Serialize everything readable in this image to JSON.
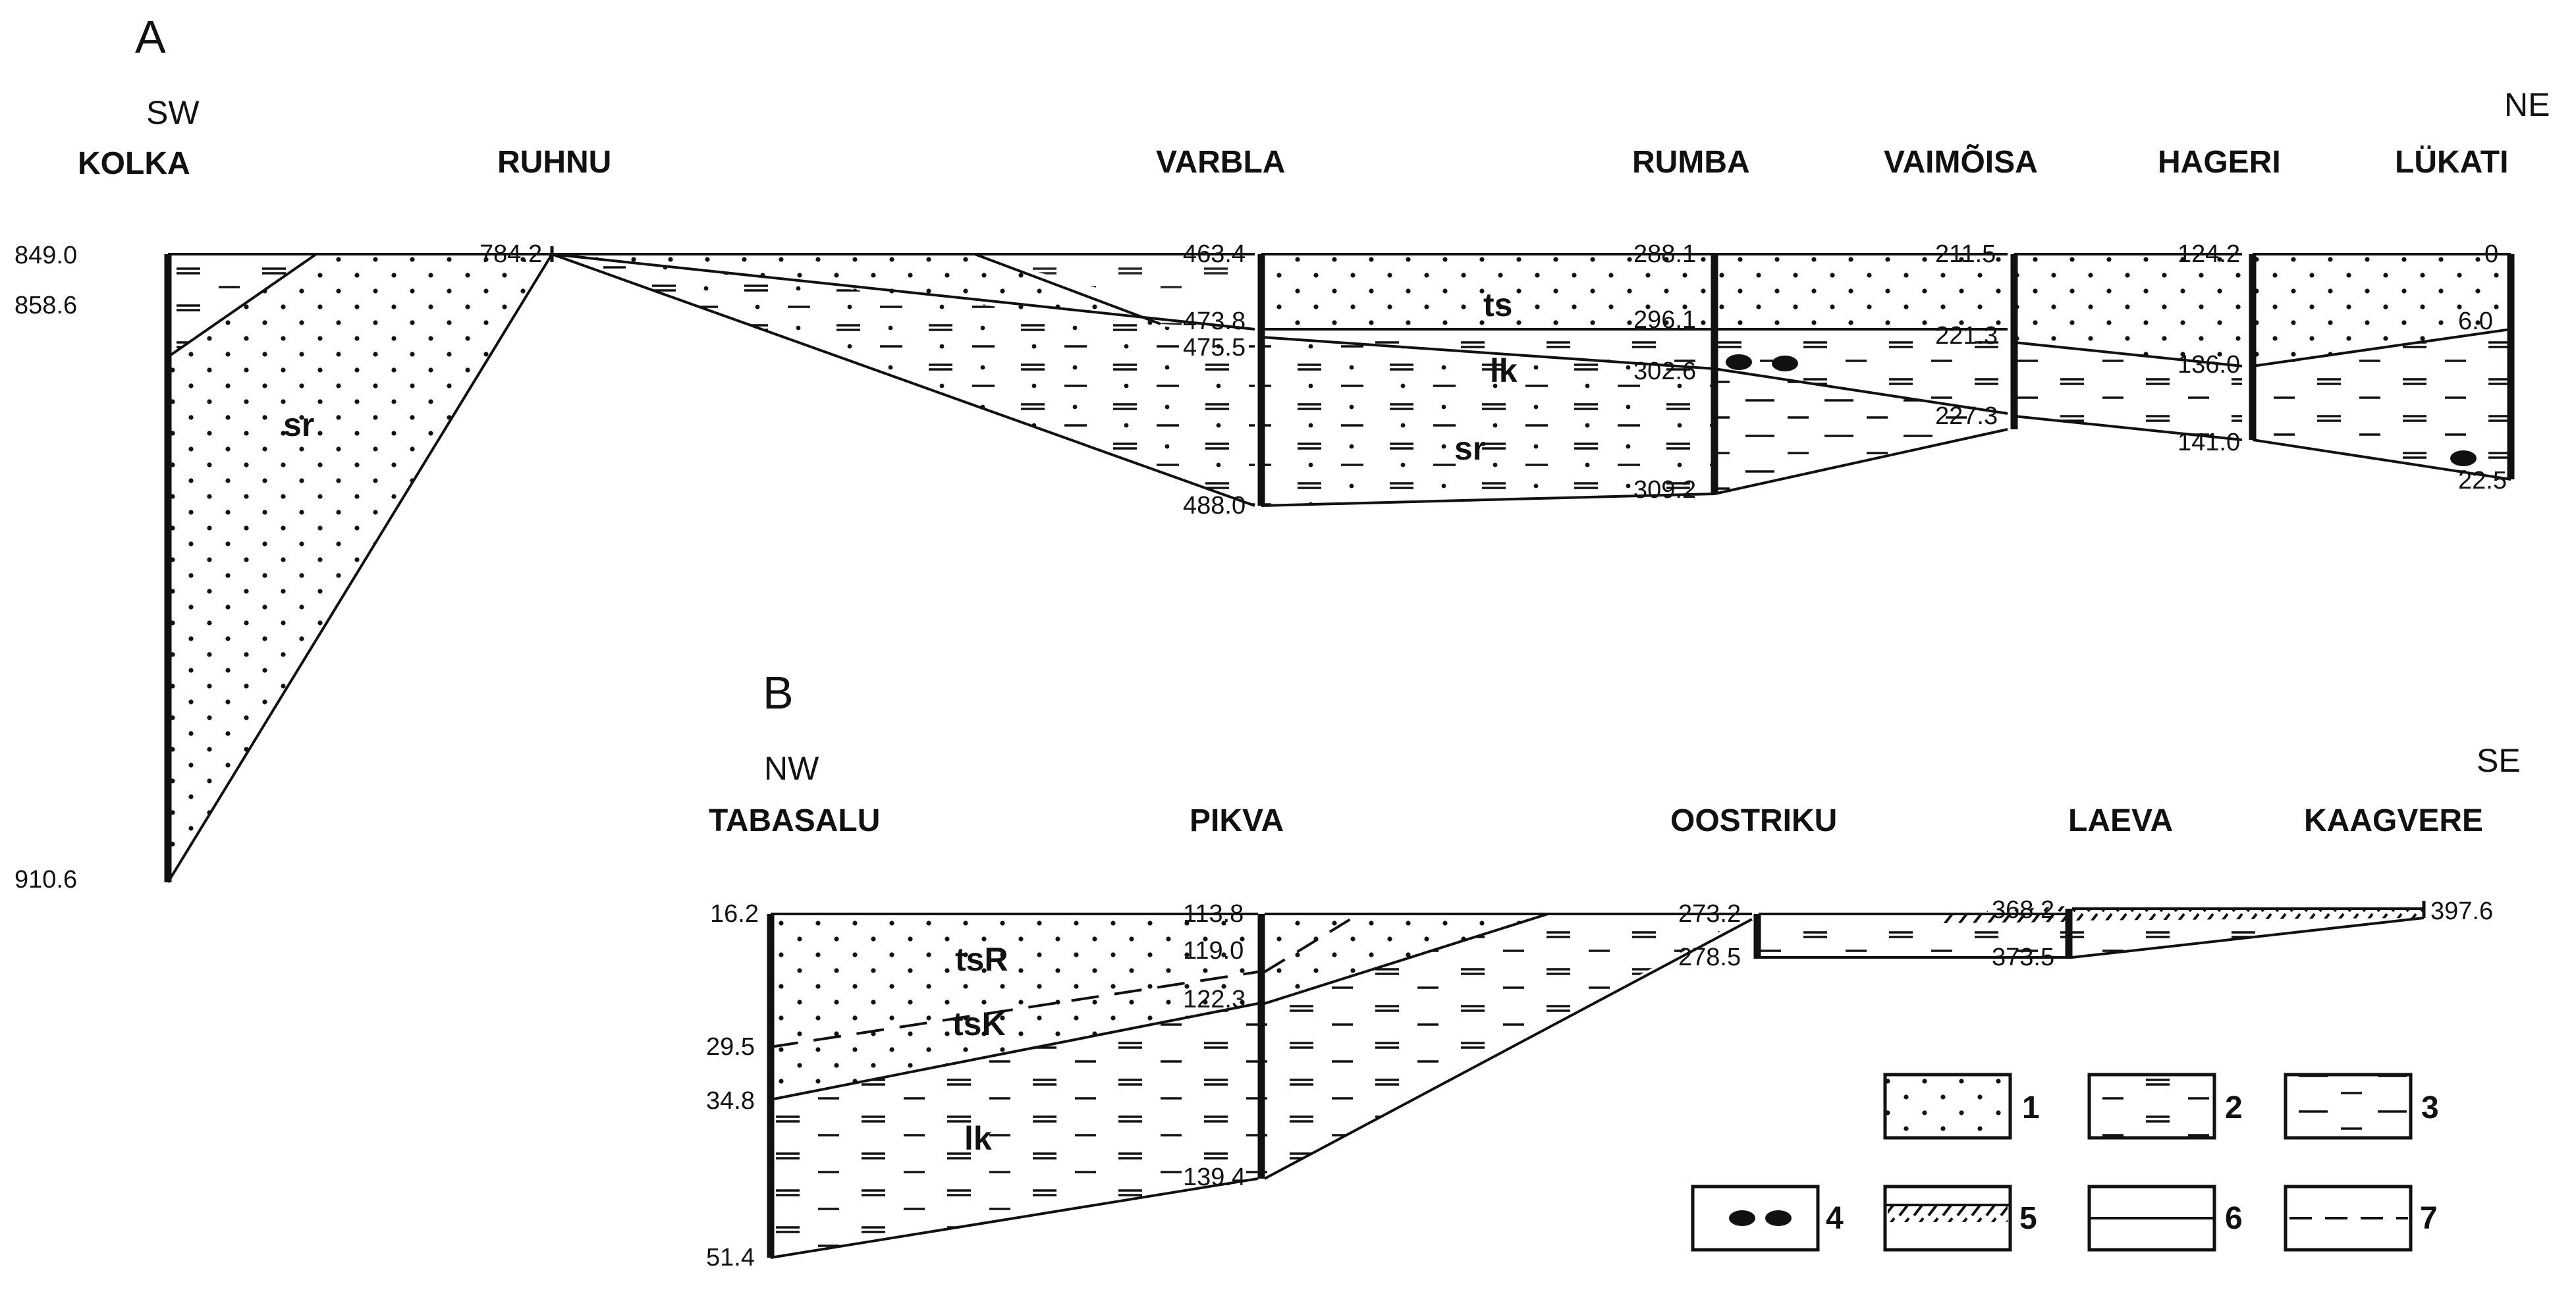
{
  "panels": {
    "a": {
      "label": "A",
      "dir_left": "SW",
      "dir_right": "NE",
      "wells": [
        "KOLKA",
        "RUHNU",
        "VARBLA",
        "RUMBA",
        "VAIMÕISA",
        "HAGERI",
        "LÜKATI"
      ],
      "depths": {
        "kolka_top": "849.0",
        "kolka_mid": "858.6",
        "kolka_bottom": "910.6",
        "ruhnu_top": "784.2",
        "varbla_top": "463.4",
        "varbla_ts": "473.8",
        "varbla_lk": "475.5",
        "varbla_bottom": "488.0",
        "rumba_top": "288.1",
        "rumba_ts": "296.1",
        "rumba_lk": "302.6",
        "rumba_bottom": "309.2",
        "vaimoisa_top": "211.5",
        "vaimoisa_ts": "221.3",
        "vaimoisa_bottom": "227.3",
        "hageri_top": "124.2",
        "hageri_ts": "136.0",
        "hageri_bottom": "141.0",
        "lukati_top": "0",
        "lukati_ts": "6.0",
        "lukati_bottom": "22.5"
      },
      "units": {
        "sr_left": "sr",
        "ts": "ts",
        "lk": "lk",
        "sr_right": "sr"
      }
    },
    "b": {
      "label": "B",
      "dir_left": "NW",
      "dir_right": "SE",
      "wells": [
        "TABASALU",
        "PIKVA",
        "OOSTRIKU",
        "LAEVA",
        "KAAGVERE"
      ],
      "depths": {
        "tabasalu_top": "16.2",
        "tabasalu_tsr": "29.5",
        "tabasalu_tsk": "34.8",
        "tabasalu_bottom": "51.4",
        "pikva_top": "113.8",
        "pikva_tsr": "119.0",
        "pikva_tsk": "122.3",
        "pikva_bottom": "139.4",
        "oostriku_top": "273.2",
        "oostriku_bottom": "278.5",
        "laeva_top": "368.2",
        "laeva_bottom": "373.5",
        "kaagvere_top": "397.6"
      },
      "units": {
        "tsr": "tsR",
        "tsk": "tsK",
        "lk": "lk"
      }
    }
  },
  "legend": [
    "1",
    "2",
    "3",
    "4",
    "5",
    "6",
    "7"
  ]
}
